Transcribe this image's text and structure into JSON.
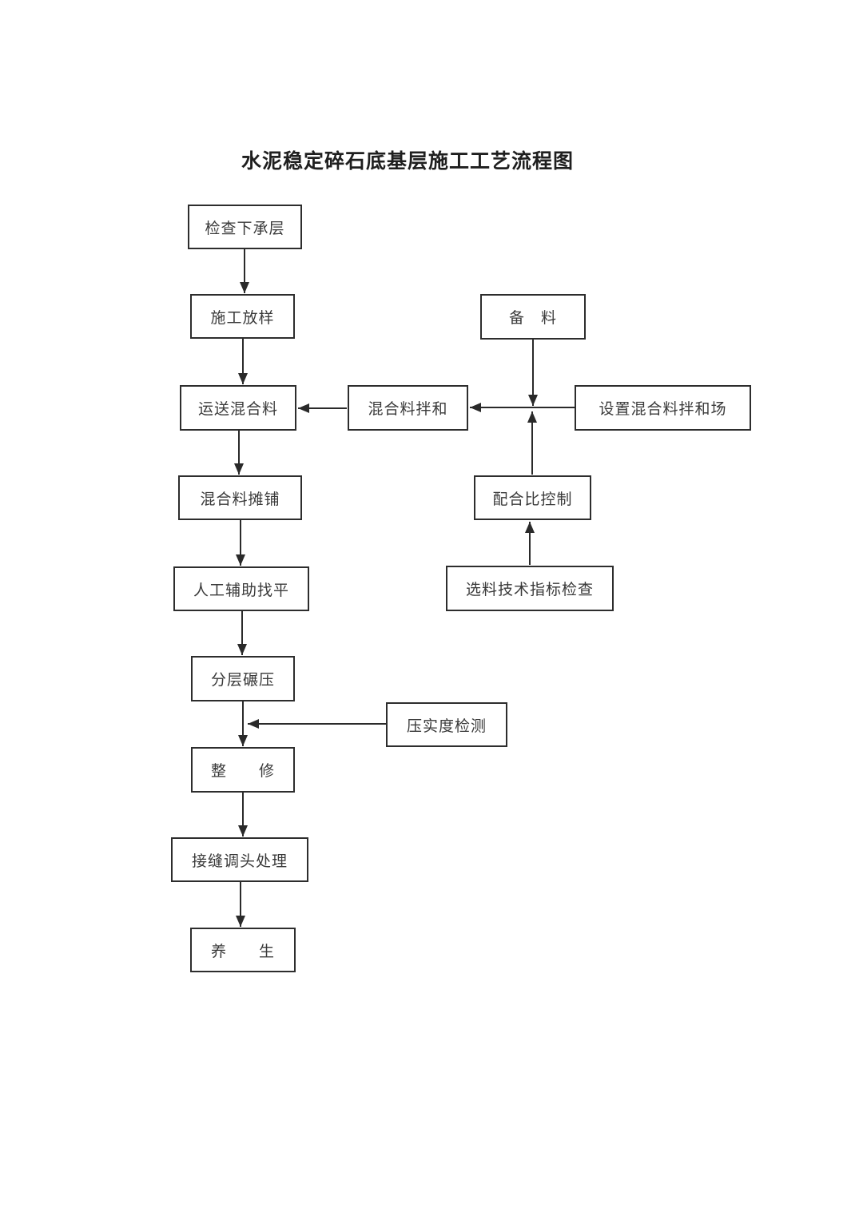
{
  "title": "水泥稳定碎石底基层施工工艺流程图",
  "nodes": {
    "check_sublayer": {
      "label": "检查下承层"
    },
    "construction_layout": {
      "label": "施工放样"
    },
    "transport_mixture": {
      "label": "运送混合料"
    },
    "mixture_mixing": {
      "label": "混合料拌和"
    },
    "material_preparation": {
      "label": "备　料"
    },
    "mixing_site_setup": {
      "label": "设置混合料拌和场"
    },
    "mixture_paving": {
      "label": "混合料摊铺"
    },
    "mix_ratio_control": {
      "label": "配合比控制"
    },
    "manual_leveling": {
      "label": "人工辅助找平"
    },
    "material_index_inspection": {
      "label": "选料技术指标检查"
    },
    "layered_rolling": {
      "label": "分层碾压"
    },
    "compaction_testing": {
      "label": "压实度检测"
    },
    "trimming": {
      "label": "整　　修"
    },
    "joint_turnaround_treatment": {
      "label": "接缝调头处理"
    },
    "curing": {
      "label": "养　　生"
    }
  },
  "edges": [
    {
      "from": "检查下承层",
      "to": "施工放样"
    },
    {
      "from": "施工放样",
      "to": "运送混合料"
    },
    {
      "from": "备　料",
      "to": "混合料拌和"
    },
    {
      "from": "设置混合料拌和场",
      "to": "混合料拌和"
    },
    {
      "from": "配合比控制",
      "to": "混合料拌和"
    },
    {
      "from": "选料技术指标检查",
      "to": "配合比控制"
    },
    {
      "from": "混合料拌和",
      "to": "运送混合料"
    },
    {
      "from": "运送混合料",
      "to": "混合料摊铺"
    },
    {
      "from": "混合料摊铺",
      "to": "人工辅助找平"
    },
    {
      "from": "人工辅助找平",
      "to": "分层碾压"
    },
    {
      "from": "分层碾压",
      "to": "整　　修"
    },
    {
      "from": "压实度检测",
      "to": "整　　修"
    },
    {
      "from": "整　　修",
      "to": "接缝调头处理"
    },
    {
      "from": "接缝调头处理",
      "to": "养　　生"
    }
  ],
  "colors": {
    "background": "#ffffff",
    "line": "#2a2a2a",
    "box_border": "#2d2d2d",
    "text": "#3a3a3a",
    "title_text": "#1f1f1f"
  }
}
